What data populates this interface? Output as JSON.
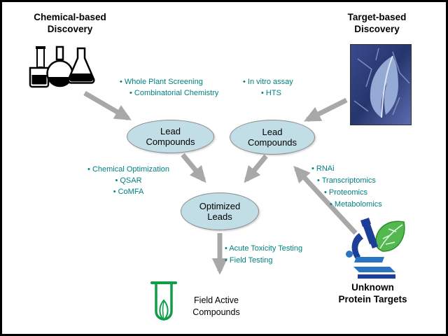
{
  "headers": {
    "chemical": [
      "Chemical-based",
      "Discovery"
    ],
    "target": [
      "Target-based",
      "Discovery"
    ]
  },
  "nodes": {
    "lead": [
      "Lead",
      "Compounds"
    ],
    "optimized": [
      "Optimized",
      "Leads"
    ],
    "field_active": [
      "Field Active",
      "Compounds"
    ],
    "unknown_targets": [
      "Unknown",
      "Protein Targets"
    ]
  },
  "lists": {
    "chemical_methods": [
      "Whole Plant Screening",
      "Combinatorial Chemistry"
    ],
    "target_methods": [
      "In vitro assay",
      "HTS"
    ],
    "optimization": [
      "Chemical Optimization",
      "QSAR",
      "CoMFA"
    ],
    "target_id": [
      "RNAi",
      "Transcriptomics",
      "Proteomics",
      "Metabolomics"
    ],
    "testing": [
      "Acute Toxicity Testing",
      "Field Testing"
    ]
  },
  "icons": {
    "glassware": "chemistry-glassware-icon",
    "leaf_photo": "plant-leaf-photo",
    "microscope": "microscope-with-leaf-icon",
    "test_tube": "test-tube-with-leaf-icon"
  },
  "colors": {
    "bullet_teal": "#008080",
    "ellipse_fill": "#c1dde6",
    "arrow_gray": "#a8a8a8",
    "tube_green": "#0f9d45",
    "title_black": "#000000"
  }
}
